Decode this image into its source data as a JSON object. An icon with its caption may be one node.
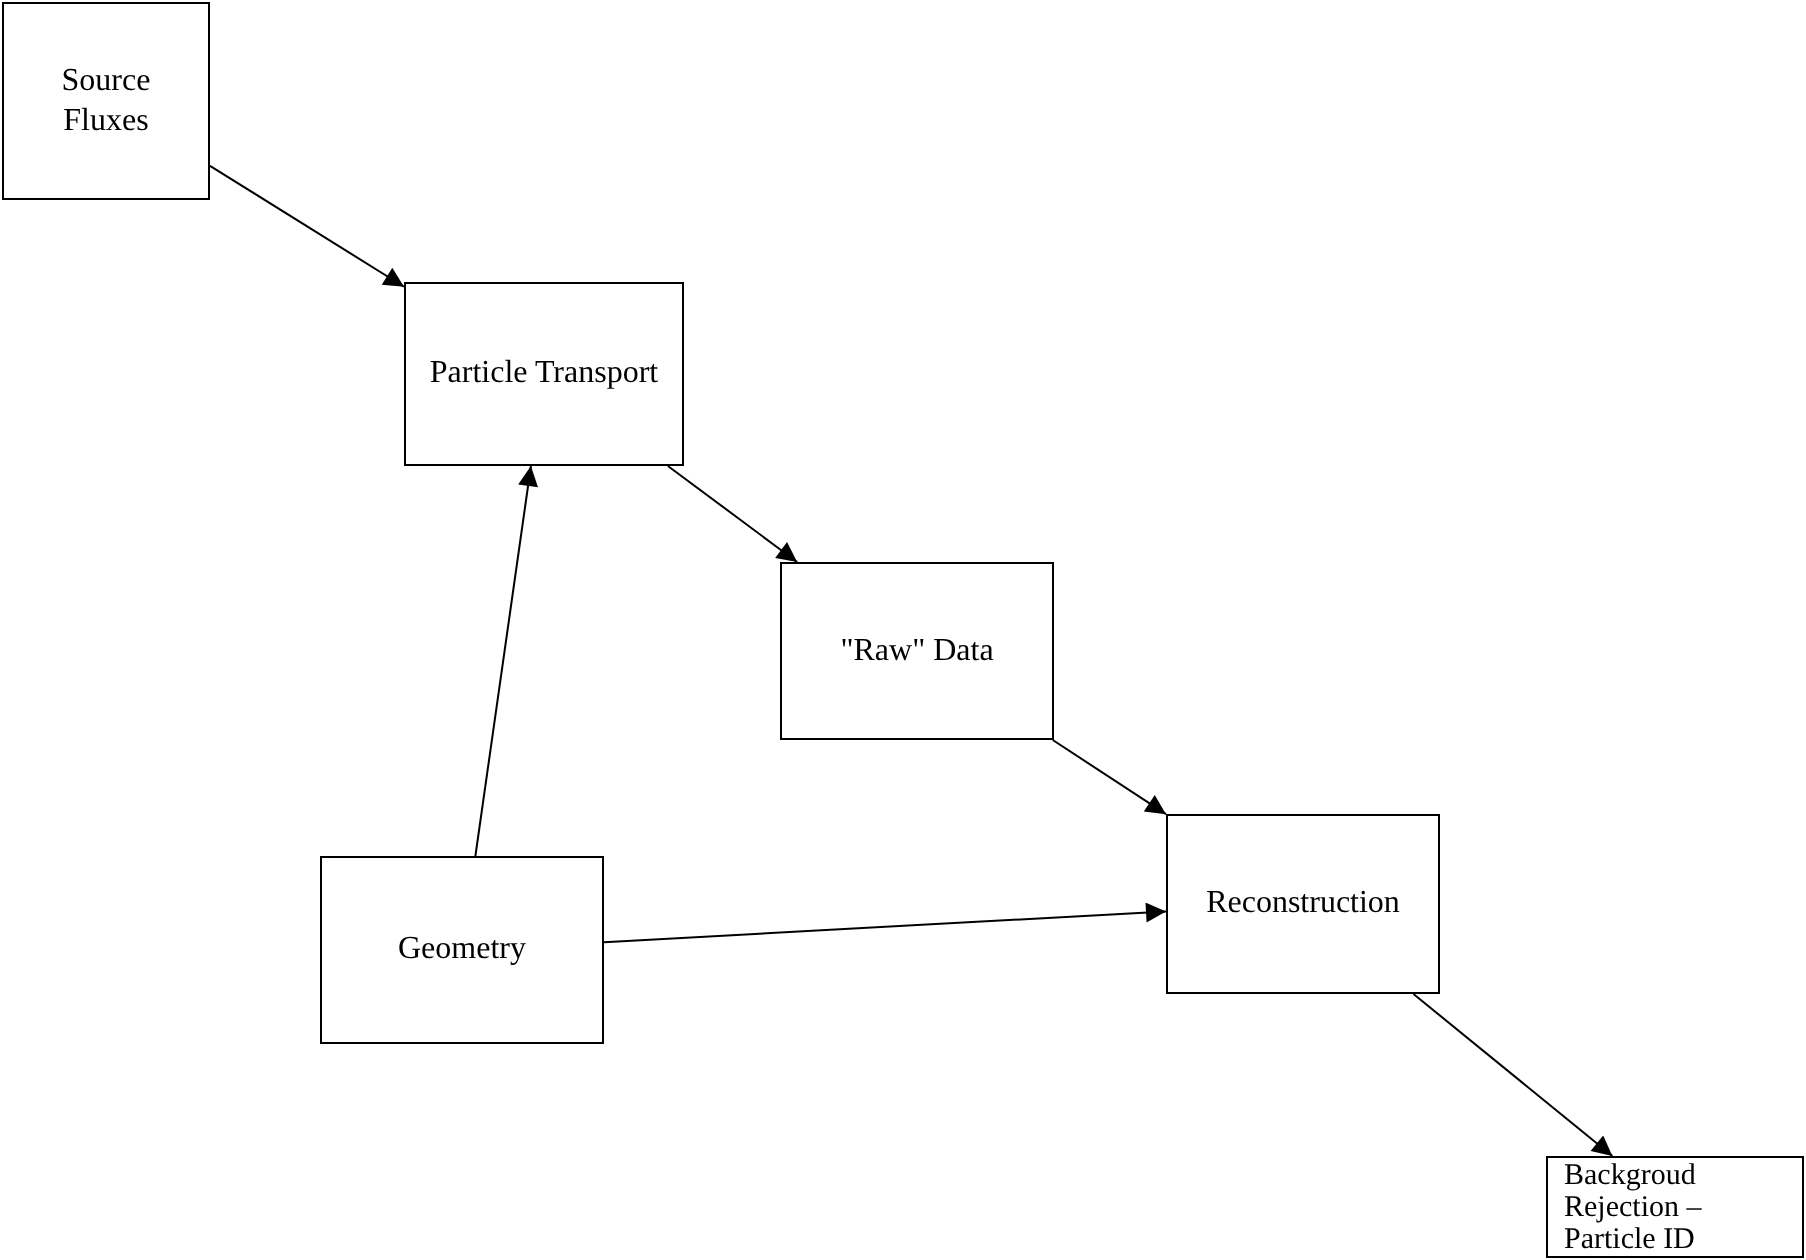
{
  "diagram": {
    "nodes": [
      {
        "text": [
          "Source Fluxes"
        ]
      },
      {
        "text": [
          "Particle Transport"
        ]
      },
      {
        "text": [
          "\"Raw\" Data"
        ]
      },
      {
        "text": [
          "Geometry"
        ]
      },
      {
        "text": [
          "Reconstruction"
        ]
      },
      {
        "text": [
          "Backgroud Rejection – Particle ID"
        ]
      }
    ],
    "edges": [
      {
        "from": 0,
        "to": 1,
        "arrow": "to"
      },
      {
        "from": 1,
        "to": 2,
        "arrow": "to"
      },
      {
        "from": 3,
        "to": 1,
        "arrow": "to"
      },
      {
        "from": 2,
        "to": 4,
        "arrow": "to"
      },
      {
        "from": 3,
        "to": 4,
        "arrow": "to"
      },
      {
        "from": 4,
        "to": 5,
        "arrow": "to"
      }
    ]
  }
}
